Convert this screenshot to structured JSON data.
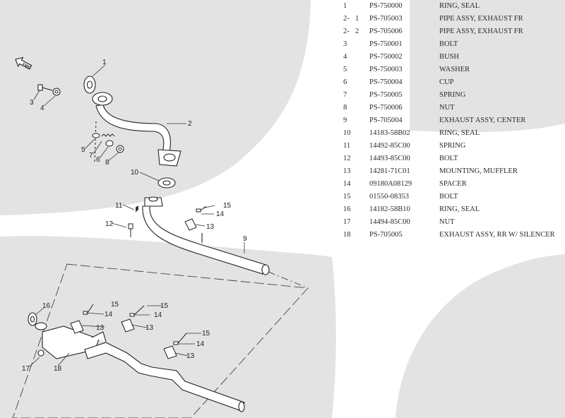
{
  "diagram": {
    "fwd_label": "FWD",
    "callouts": {
      "c1": "1",
      "c2": "2",
      "c3": "3",
      "c4": "4",
      "c5": "5",
      "c6": "6",
      "c7": "7",
      "c8": "8",
      "c9": "9",
      "c10": "10",
      "c11": "11",
      "c12": "12",
      "c13a": "13",
      "c13b": "13",
      "c13c": "13",
      "c13d": "13",
      "c14a": "14",
      "c14b": "14",
      "c14c": "14",
      "c14d": "14",
      "c15a": "15",
      "c15b": "15",
      "c15c": "15",
      "c15d": "15",
      "c16": "16",
      "c17": "17",
      "c18": "18"
    }
  },
  "parts": [
    {
      "no": "1",
      "sub": "",
      "code": "PS-750000",
      "name": "RING, SEAL"
    },
    {
      "no": "2-",
      "sub": "1",
      "code": "PS-705003",
      "name": "PIPE ASSY, EXHAUST FR"
    },
    {
      "no": "2-",
      "sub": "2",
      "code": "PS-705006",
      "name": "PIPE ASSY, EXHAUST FR"
    },
    {
      "no": "3",
      "sub": "",
      "code": "PS-750001",
      "name": "BOLT"
    },
    {
      "no": "4",
      "sub": "",
      "code": "PS-750002",
      "name": "BUSH"
    },
    {
      "no": "5",
      "sub": "",
      "code": "PS-750003",
      "name": "WASHER"
    },
    {
      "no": "6",
      "sub": "",
      "code": "PS-750004",
      "name": "CUP"
    },
    {
      "no": "7",
      "sub": "",
      "code": "PS-750005",
      "name": "SPRING"
    },
    {
      "no": "8",
      "sub": "",
      "code": "PS-750006",
      "name": "NUT"
    },
    {
      "no": "9",
      "sub": "",
      "code": "PS-705004",
      "name": "EXHAUST ASSY, CENTER"
    },
    {
      "no": "10",
      "sub": "",
      "code": "14183-58B02",
      "name": "RING, SEAL"
    },
    {
      "no": "11",
      "sub": "",
      "code": "14492-85C00",
      "name": "SPRING"
    },
    {
      "no": "12",
      "sub": "",
      "code": "14493-85C00",
      "name": "BOLT"
    },
    {
      "no": "13",
      "sub": "",
      "code": "14281-71C01",
      "name": "MOUNTING, MUFFLER"
    },
    {
      "no": "14",
      "sub": "",
      "code": "09180A08129",
      "name": "SPACER"
    },
    {
      "no": "15",
      "sub": "",
      "code": "01550-08353",
      "name": "BOLT"
    },
    {
      "no": "16",
      "sub": "",
      "code": "14182-58B10",
      "name": "RING, SEAL"
    },
    {
      "no": "17",
      "sub": "",
      "code": "14494-85C00",
      "name": "NUT"
    },
    {
      "no": "18",
      "sub": "",
      "code": "PS-705005",
      "name": "EXHAUST ASSY, RR W/ SILENCER"
    }
  ]
}
